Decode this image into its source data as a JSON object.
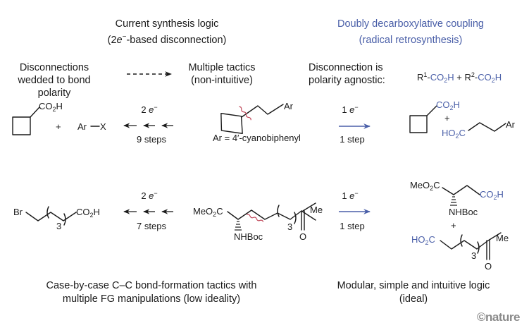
{
  "left_header": {
    "title": "Current synthesis logic",
    "subtitle_pre": "(2",
    "subtitle_e": "e",
    "subtitle_sup": "−",
    "subtitle_post": "-based disconnection)"
  },
  "right_header": {
    "title": "Doubly decarboxylative coupling",
    "subtitle": "(radical retrosynthesis)"
  },
  "concepts": {
    "left_lines": [
      "Disconnections",
      "wedded to bond",
      "polarity"
    ],
    "middle_lines": [
      "Multiple tactics",
      "(non-intuitive)"
    ],
    "right_lines": [
      "Disconnection is",
      "polarity agnostic:"
    ],
    "general_formula": {
      "r1": "R",
      "r1_sup": "1",
      "dash1": "-",
      "co2h_1_c": "CO",
      "co2h_1_sub": "2",
      "co2h_1_h": "H",
      "plus": " + ",
      "r2": "R",
      "r2_sup": "2",
      "dash2": "-",
      "co2h_2_c": "CO",
      "co2h_2_sub": "2",
      "co2h_2_h": "H"
    }
  },
  "row1": {
    "sm_acid": {
      "co": "CO",
      "sub": "2",
      "h": "H"
    },
    "plus": "+",
    "aryl_halide": {
      "ar": "Ar",
      "x": "X"
    },
    "classic_arrow": {
      "top_num": "2 ",
      "top_e": "e",
      "top_sup": "−",
      "bottom": "9 steps"
    },
    "target": {
      "ar": "Ar",
      "definition": "Ar = 4′-cyanobiphenyl"
    },
    "radical_arrow": {
      "top_num": "1 ",
      "top_e": "e",
      "top_sup": "−",
      "bottom": "1 step"
    },
    "product_acid1": {
      "co": "CO",
      "sub": "2",
      "h": "H"
    },
    "plus2": "+",
    "product_acid2": {
      "ho": "HO",
      "sub": "2",
      "c": "C",
      "ar": "Ar"
    }
  },
  "row2": {
    "sm": {
      "br": "Br",
      "n": "3",
      "co": "CO",
      "sub": "2",
      "h": "H"
    },
    "classic_arrow": {
      "top_num": "2 ",
      "top_e": "e",
      "top_sup": "−",
      "bottom": "7 steps"
    },
    "target": {
      "meo": "MeO",
      "sub": "2",
      "c": "C",
      "nhboc": "NHBoc",
      "n": "3",
      "me": "Me",
      "o": "O"
    },
    "radical_arrow": {
      "top_num": "1 ",
      "top_e": "e",
      "top_sup": "−",
      "bottom": "1 step"
    },
    "product1": {
      "meo": "MeO",
      "sub": "2",
      "c": "C",
      "co": "CO",
      "sub2": "2",
      "h": "H",
      "nhboc": "NHBoc"
    },
    "plus": "+",
    "product2": {
      "ho": "HO",
      "sub": "2",
      "c": "C",
      "n": "3",
      "me": "Me",
      "o": "O"
    }
  },
  "footer": {
    "left_lines": [
      "Case-by-case C–C bond-formation tactics with",
      "multiple FG manipulations (low ideality)"
    ],
    "right_lines": [
      "Modular, simple and intuitive logic",
      "(ideal)"
    ],
    "logo": "©nature"
  },
  "colors": {
    "accent_blue": "#4a5fa8",
    "wavy_red": "#c0485a",
    "text": "#1a1a1a",
    "logo_gray": "#8a8a8a"
  }
}
